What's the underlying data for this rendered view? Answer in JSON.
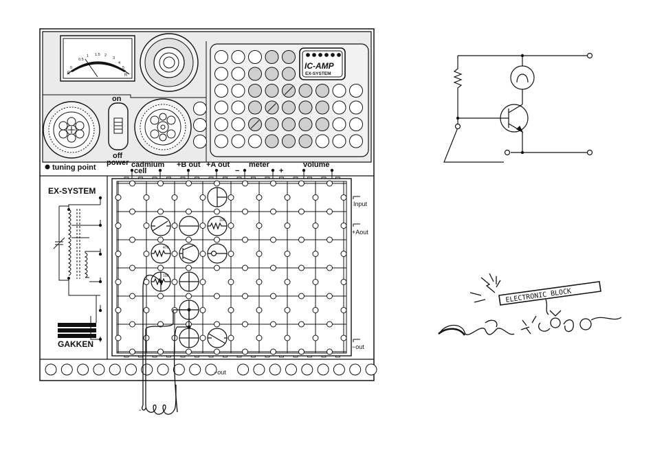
{
  "kit": {
    "brand": "GAKKEN",
    "system": "EX-SYSTEM",
    "module_badge_line1": "IC-AMP",
    "module_badge_line2": "EX-SYSTEM",
    "meter_scale": [
      "0",
      "0.5",
      "1",
      "1.5",
      "2",
      "3",
      "4",
      "5"
    ],
    "meter_side_left": "E",
    "meter_side_right": "R",
    "switch_on": "on",
    "switch_off": "off",
    "switch_power": "power",
    "tuning_point": "tuning point",
    "top_terminals": {
      "cadmium": "cadmium",
      "cell": "cell",
      "b_out": "+B out",
      "a_out": "+A out",
      "minus": "−",
      "meter": "meter",
      "plus": "+",
      "volume": "volume"
    },
    "side_terminals": {
      "input": "Input",
      "aout": "+Aout",
      "minus_out": "−out"
    },
    "bottom_out": "−out",
    "coil_lead_minus": "-",
    "resistor_marks": [
      "10K",
      "47K",
      "10K"
    ]
  },
  "logo": {
    "text": "ELECTRONIC BLOCK"
  }
}
